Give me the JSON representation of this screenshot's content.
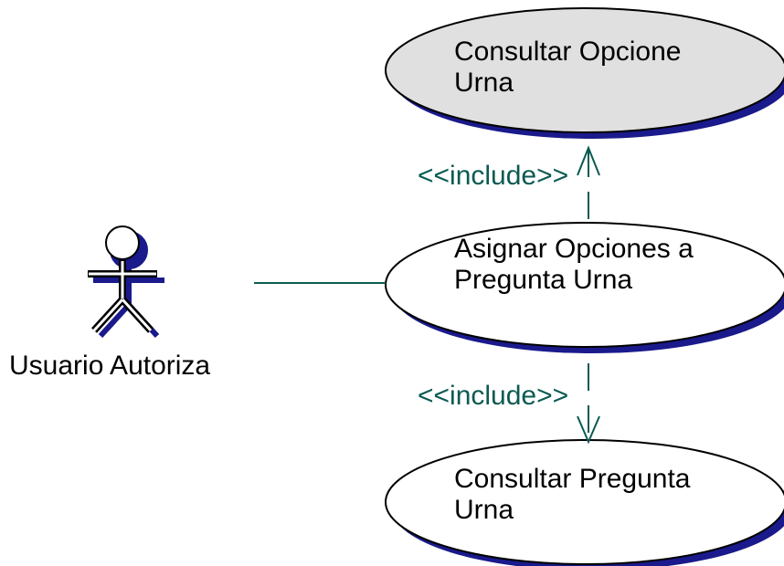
{
  "colors": {
    "shadow": "#1a1a8c",
    "outline": "#000000",
    "fill_highlight": "#e0e0e0",
    "fill_normal": "#ffffff",
    "connector": "#0b5a52"
  },
  "actor": {
    "label": "Usuario Autoriza",
    "icon": "stick-figure-actor-icon"
  },
  "use_cases": [
    {
      "id": "consultar-opciones-urna",
      "line1": "Consultar Opcione",
      "line2": "Urna",
      "highlighted": true
    },
    {
      "id": "asignar-opciones-pregunta-urna",
      "line1": "Asignar Opciones a",
      "line2": "Pregunta Urna",
      "highlighted": false
    },
    {
      "id": "consultar-pregunta-urna",
      "line1": "Consultar Pregunta",
      "line2": "Urna",
      "highlighted": false
    }
  ],
  "relations": {
    "include_upper": "<<include>>",
    "include_lower": "<<include>>"
  }
}
